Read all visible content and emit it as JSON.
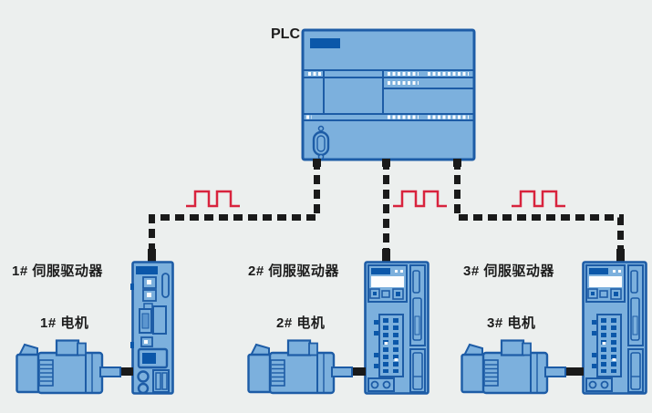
{
  "diagram": {
    "plc": {
      "label": "PLC"
    },
    "groups": [
      {
        "drive_label": "1# 伺服驱动器",
        "motor_label": "1# 电机"
      },
      {
        "drive_label": "2# 伺服驱动器",
        "motor_label": "2# 电机"
      },
      {
        "drive_label": "3# 伺服驱动器",
        "motor_label": "3# 电机"
      }
    ],
    "connections": [
      {
        "from": "PLC",
        "to": "1# 伺服驱动器",
        "style": "dashed",
        "signal_icon": "pulse-train"
      },
      {
        "from": "PLC",
        "to": "2# 伺服驱动器",
        "style": "dashed",
        "signal_icon": "pulse-train"
      },
      {
        "from": "PLC",
        "to": "3# 伺服驱动器",
        "style": "dashed",
        "signal_icon": "pulse-train"
      }
    ],
    "colors": {
      "background": "#ecefee",
      "device_fill": "#7cb0dd",
      "device_outline": "#1d5ca6",
      "device_dark_plate": "#0b57a9",
      "display_white": "#fcfdfe",
      "cable_black": "#1a1a1a",
      "pulse_red": "#d8233d",
      "label_text": "#1c1c1c"
    }
  }
}
